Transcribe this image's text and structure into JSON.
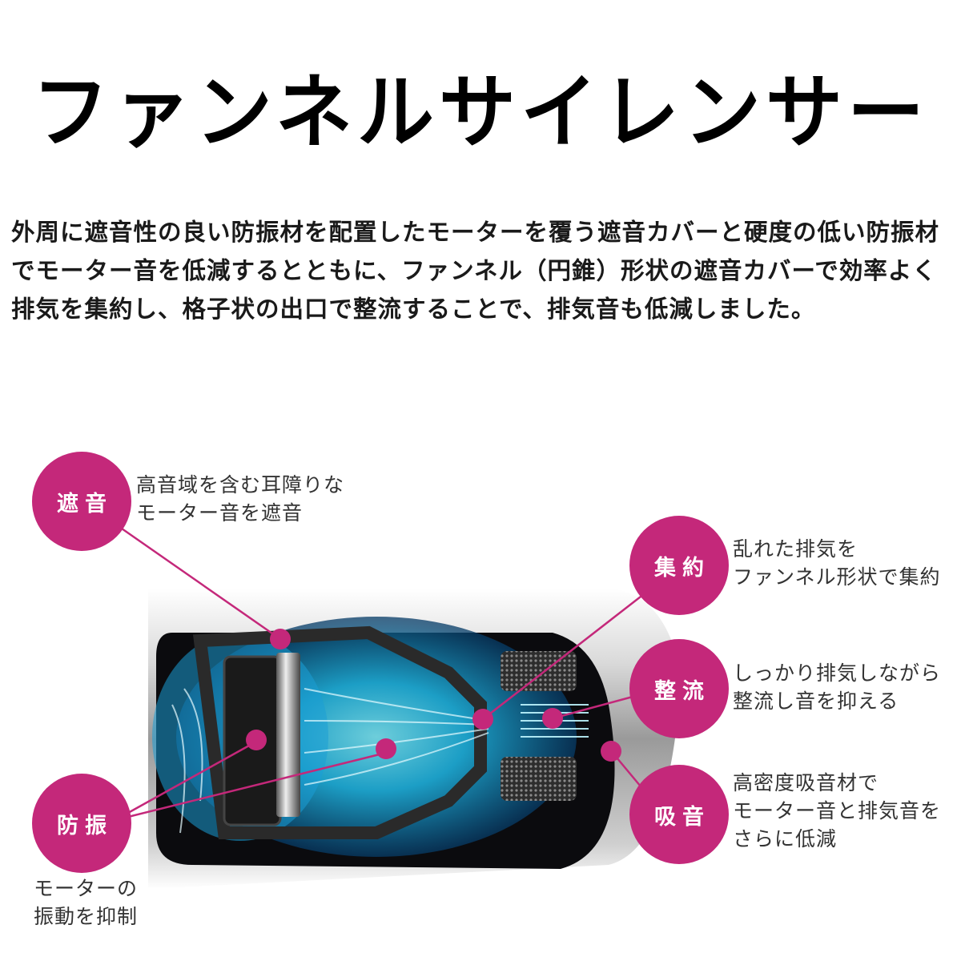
{
  "title": "ファンネルサイレンサー",
  "description": "外周に遮音性の良い防振材を配置したモーターを覆う遮音カバーと硬度の低い防振材でモーター音を低減するとともに、ファンネル（円錐）形状の遮音カバーで効率よく排気を集約し、格子状の出口で整流することで、排気音も低減しました。",
  "diagram": {
    "accent_color": "#c4287a",
    "glow_color": "#29c6ee",
    "callouts": [
      {
        "label": "遮音",
        "note": "高音域を含む耳障りな\nモーター音を遮音"
      },
      {
        "label": "集約",
        "note": "乱れた排気を\nファンネル形状で集約"
      },
      {
        "label": "整流",
        "note": "しっかり排気しながら\n整流し音を抑える"
      },
      {
        "label": "吸音",
        "note": "高密度吸音材で\nモーター音と排気音を\nさらに低減"
      },
      {
        "label": "防振",
        "note": "モーターの\n振動を抑制"
      }
    ]
  }
}
